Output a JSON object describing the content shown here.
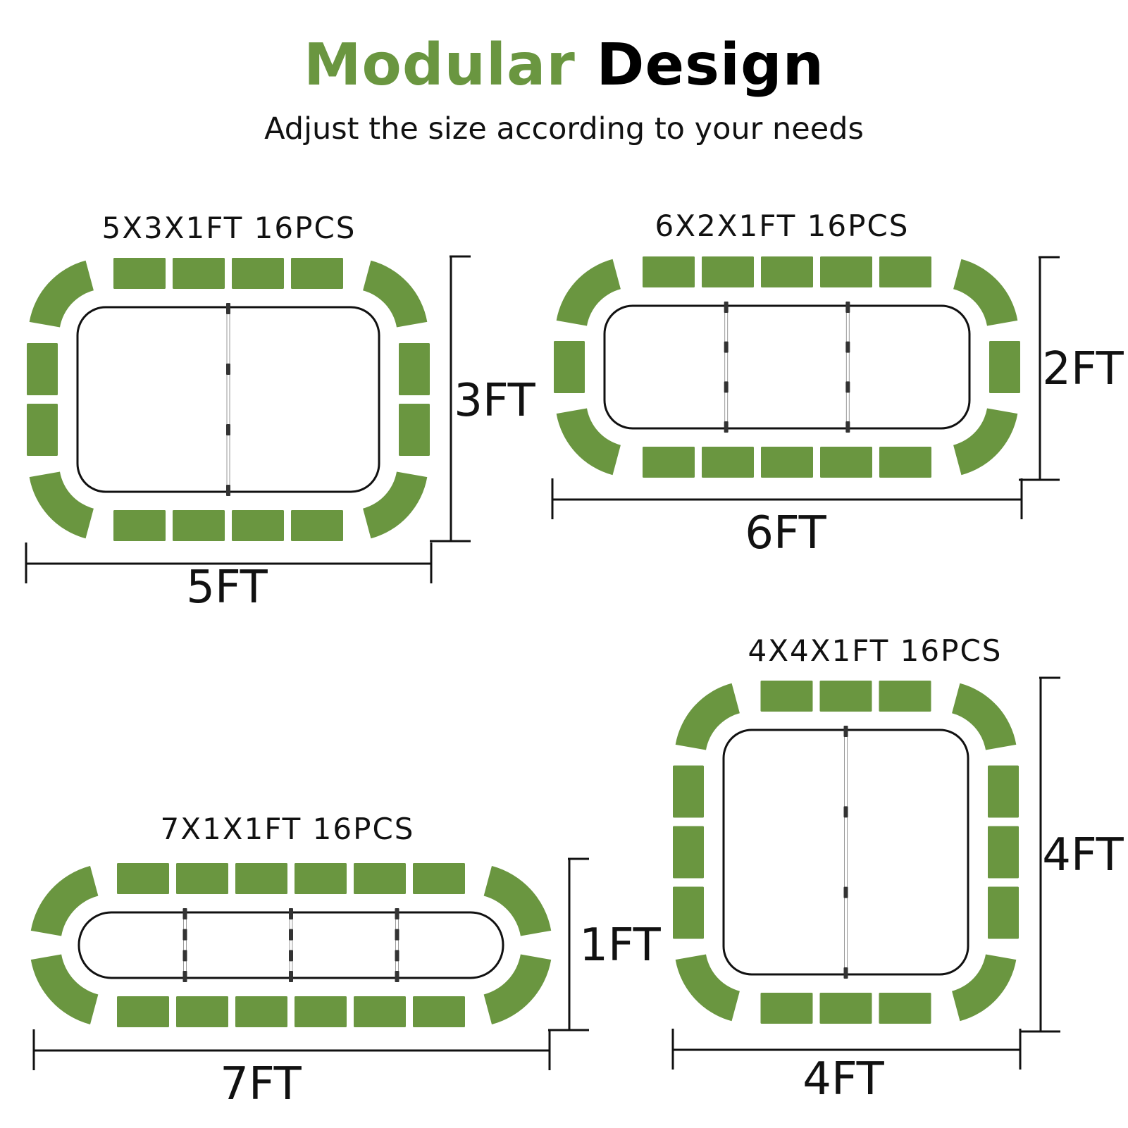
{
  "header": {
    "title_green": "Modular",
    "title_black": "Design",
    "subtitle": "Adjust the size according to your needs"
  },
  "colors": {
    "accent_green": "#6a9640",
    "outline": "#111111",
    "background": "#ffffff"
  },
  "configurations": [
    {
      "id": "5x3",
      "label": "5X3X1FT 16PCS",
      "length_label": "5FT",
      "width_label": "3FT",
      "long_pieces_per_side": 4,
      "short_pieces_per_side": 2,
      "sections": 2
    },
    {
      "id": "6x2",
      "label": "6X2X1FT 16PCS",
      "length_label": "6FT",
      "width_label": "2FT",
      "long_pieces_per_side": 5,
      "short_pieces_per_side": 1,
      "sections": 3
    },
    {
      "id": "7x1",
      "label": "7X1X1FT 16PCS",
      "length_label": "7FT",
      "width_label": "1FT",
      "long_pieces_per_side": 6,
      "short_pieces_per_side": 0,
      "sections": 4
    },
    {
      "id": "4x4",
      "label": "4X4X1FT 16PCS",
      "length_label": "4FT",
      "width_label": "4FT",
      "long_pieces_per_side": 3,
      "short_pieces_per_side": 3,
      "sections": 2
    }
  ]
}
